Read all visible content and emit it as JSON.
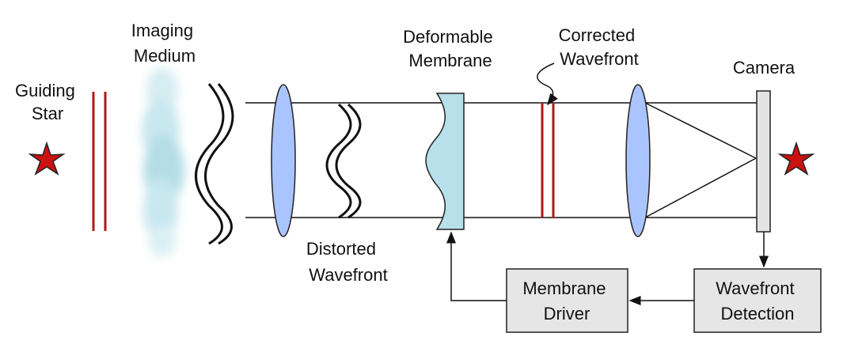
{
  "labels": {
    "guiding_star": [
      "Guiding",
      "Star"
    ],
    "imaging_medium": [
      "Imaging",
      "Medium"
    ],
    "deformable_membrane": [
      "Deformable",
      "Membrane"
    ],
    "corrected_wavefront": [
      "Corrected",
      "Wavefront"
    ],
    "camera": "Camera",
    "distorted_wavefront": [
      "Distorted",
      "Wavefront"
    ]
  },
  "boxes": {
    "membrane_driver": [
      "Membrane",
      "Driver"
    ],
    "wavefront_detection": [
      "Wavefront",
      "Detection"
    ]
  },
  "colors": {
    "star": "#cc1111",
    "wave_lines": "#b01818",
    "lens": "#aac4ff",
    "membrane": "#b7e0ea",
    "medium": "#a8d8e2",
    "box_fill": "#e6e6e6",
    "camera_fill": "#e3e3e3"
  }
}
